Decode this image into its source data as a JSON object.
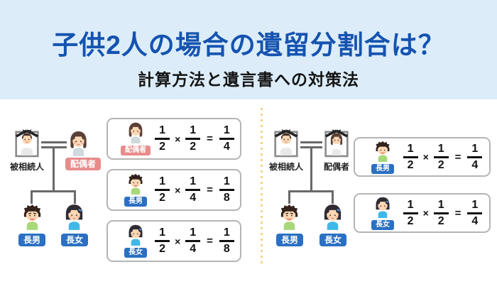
{
  "header": {
    "title": "子供2人の場合の遺留分割合は？",
    "subtitle": "計算方法と遺言書への対策法"
  },
  "left": {
    "tree": {
      "deceased": "被相続人",
      "spouse": "配偶者",
      "son": "長男",
      "daughter": "長女"
    },
    "calcs": [
      {
        "who": "配偶者",
        "f1n": "1",
        "f1d": "2",
        "op": "×",
        "f2n": "1",
        "f2d": "2",
        "eq": "=",
        "f3n": "1",
        "f3d": "4"
      },
      {
        "who": "長男",
        "f1n": "1",
        "f1d": "2",
        "op": "×",
        "f2n": "1",
        "f2d": "4",
        "eq": "=",
        "f3n": "1",
        "f3d": "8"
      },
      {
        "who": "長女",
        "f1n": "1",
        "f1d": "2",
        "op": "×",
        "f2n": "1",
        "f2d": "4",
        "eq": "=",
        "f3n": "1",
        "f3d": "8"
      }
    ]
  },
  "right": {
    "tree": {
      "deceased": "被相続人",
      "spouse": "配偶者",
      "son": "長男",
      "daughter": "長女"
    },
    "calcs": [
      {
        "who": "長男",
        "f1n": "1",
        "f1d": "2",
        "op": "×",
        "f2n": "1",
        "f2d": "2",
        "eq": "=",
        "f3n": "1",
        "f3d": "4"
      },
      {
        "who": "長女",
        "f1n": "1",
        "f1d": "2",
        "op": "×",
        "f2n": "1",
        "f2d": "2",
        "eq": "=",
        "f3n": "1",
        "f3d": "4"
      }
    ]
  },
  "colors": {
    "header_bg": "#dcedf9",
    "title_blue": "#1553b0",
    "badge_pink": "#e88b8b",
    "badge_blue": "#2b70c2",
    "divider_yellow": "#f2d48a",
    "tree_line_gray": "#696969",
    "box_border_gray": "#b5b5b5"
  }
}
